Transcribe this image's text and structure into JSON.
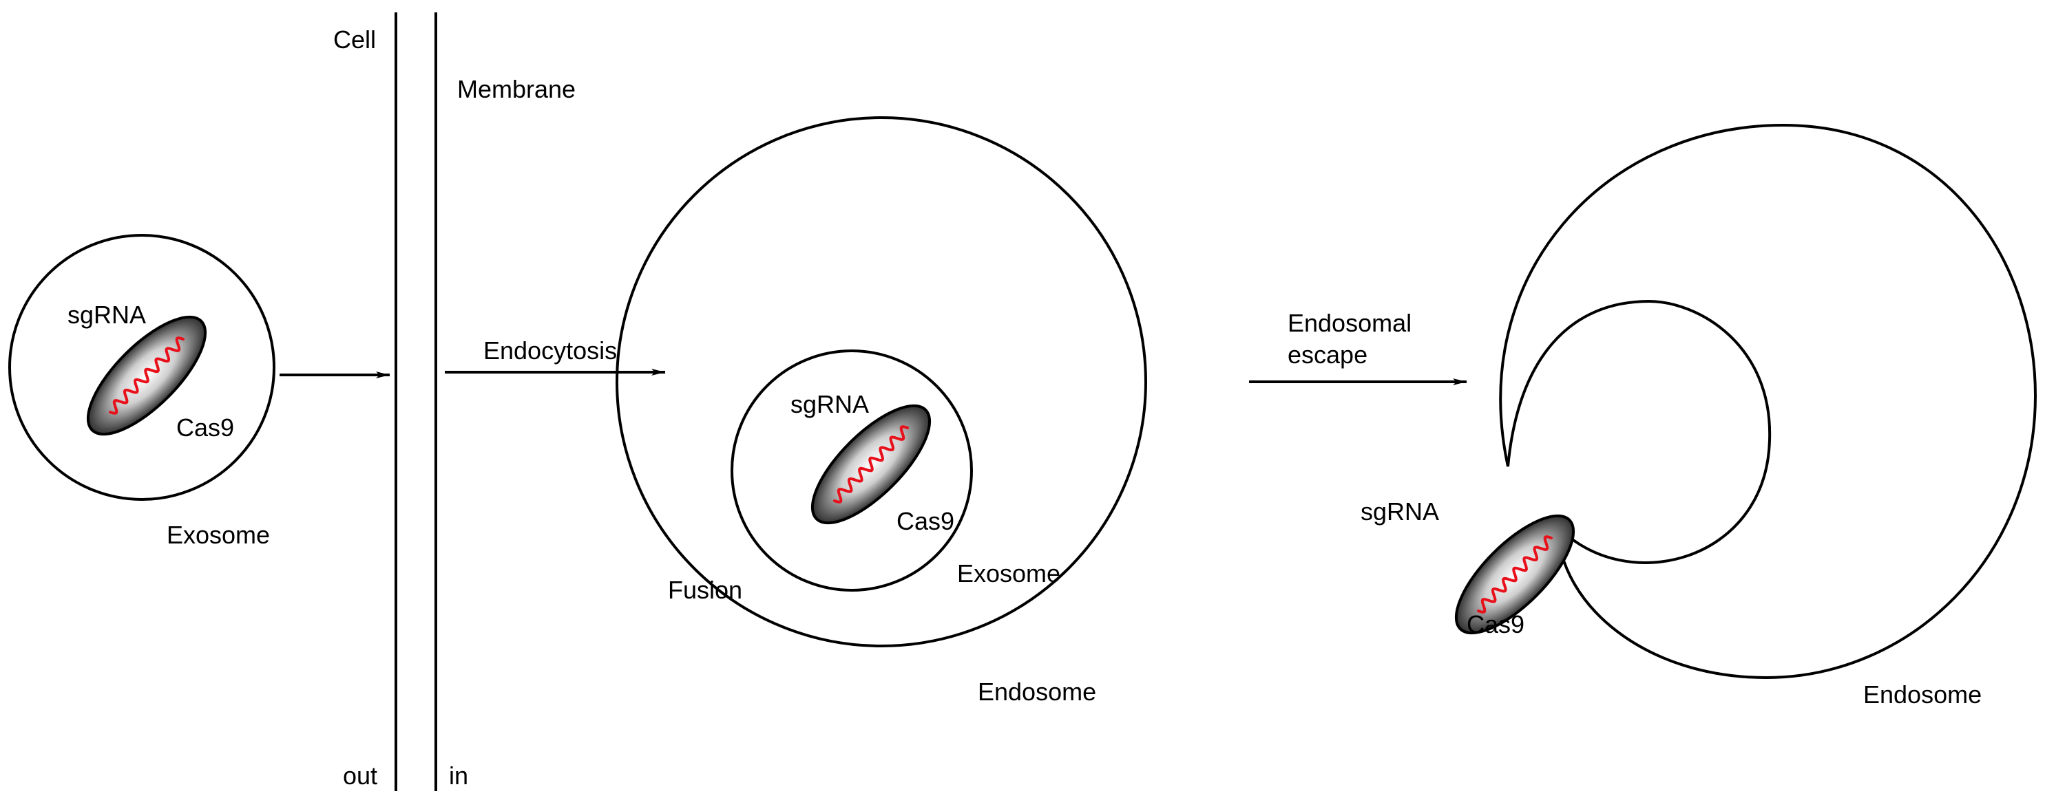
{
  "labels": {
    "cell": "Cell",
    "membrane": "Membrane",
    "out": "out",
    "in": "in",
    "endocytosis": "Endocytosis",
    "endosomal_escape_line1": "Endosomal",
    "endosomal_escape_line2": "escape",
    "fusion": "Fusion"
  },
  "stages": [
    {
      "sgrna": "sgRNA",
      "cas9": "Cas9",
      "vesicle": "Exosome"
    },
    {
      "sgrna": "sgRNA",
      "cas9": "Cas9",
      "vesicle": "Exosome",
      "outer": "Endosome"
    },
    {
      "sgrna": "sgRNA",
      "cas9": "Cas9",
      "outer": "Endosome"
    }
  ],
  "colors": {
    "line": "#000000",
    "rna": "#e8101a",
    "protein_light": "#ffffff",
    "protein_dark": "#111111"
  }
}
